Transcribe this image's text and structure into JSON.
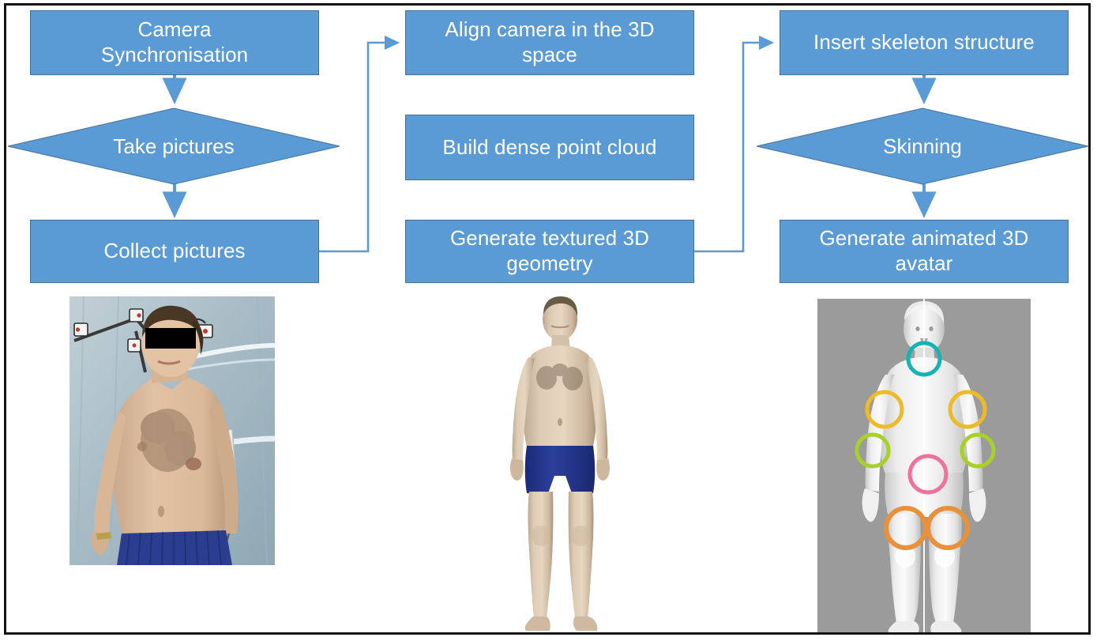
{
  "figure": {
    "type": "flowchart-pipeline",
    "border_color": "#141414",
    "background": "#ffffff",
    "shape_fill": "#5B9BD5",
    "shape_stroke": "#41719C",
    "connector_color": "#5B9BD5",
    "text_color": "#FFFFFF"
  },
  "stages": [
    {
      "id": "capture",
      "nodes": [
        {
          "id": "camera-synchronisation",
          "shape": "process",
          "label": "Camera\nSynchronisation",
          "line1": "Camera",
          "line2": "Synchronisation"
        },
        {
          "id": "take-pictures",
          "shape": "decision",
          "label": "Take pictures"
        },
        {
          "id": "collect-pictures",
          "shape": "process",
          "label": "Collect pictures"
        }
      ]
    },
    {
      "id": "reconstruction",
      "nodes": [
        {
          "id": "align-camera",
          "shape": "process",
          "label": "Align camera in the 3D\nspace",
          "line1": "Align camera in the 3D",
          "line2": "space"
        },
        {
          "id": "build-dense-point-cloud",
          "shape": "process",
          "label": "Build dense point cloud"
        },
        {
          "id": "generate-textured-geometry",
          "shape": "process",
          "label": "Generate textured 3D\ngeometry",
          "line1": "Generate textured 3D",
          "line2": "geometry"
        }
      ]
    },
    {
      "id": "rigging",
      "nodes": [
        {
          "id": "insert-skeleton-structure",
          "shape": "process",
          "label": "Insert skeleton structure"
        },
        {
          "id": "skinning",
          "shape": "decision",
          "label": "Skinning"
        },
        {
          "id": "generate-animated-avatar",
          "shape": "process",
          "label": "Generate animated 3D\navatar",
          "line1": "Generate animated 3D",
          "line2": "avatar"
        }
      ]
    }
  ],
  "connectors": [
    {
      "from": "camera-synchronisation",
      "to": "take-pictures",
      "style": "arrow-down"
    },
    {
      "from": "take-pictures",
      "to": "collect-pictures",
      "style": "arrow-down"
    },
    {
      "from": "collect-pictures",
      "to": "align-camera",
      "style": "elbow-right-up"
    },
    {
      "from": "insert-skeleton-structure",
      "to": "skinning",
      "style": "arrow-down"
    },
    {
      "from": "skinning",
      "to": "generate-animated-avatar",
      "style": "arrow-down"
    },
    {
      "from": "generate-textured-geometry",
      "to": "insert-skeleton-structure",
      "style": "elbow-right-up"
    }
  ],
  "illustrations": [
    {
      "id": "photo-subject-in-capture-rig",
      "caption": "",
      "description": "Photograph of a shirtless male subject standing in a multi-camera capture studio with blue-grey drapes, cameras and blue shorts; eyes masked with a black bar.",
      "background": "#a9bcc6",
      "privacy_bar": "#000000"
    },
    {
      "id": "textured-3d-avatar",
      "caption": "",
      "description": "Photogrammetric textured 3D human model of the same subject standing in A-pose wearing blue shorts on a white background.",
      "background": "#ffffff",
      "shorts_color": "#2B3A8F"
    },
    {
      "id": "rigged-avatar-joint-markers",
      "caption": "",
      "description": "Untextured white 3D avatar on a grey background with coloured circles highlighting skeleton joints and a vertical symmetry line.",
      "background": "#9b9b9b",
      "markers": [
        {
          "joint": "neck",
          "color": "#17B2B2",
          "count": 1
        },
        {
          "joint": "elbow",
          "color": "#EDBB2A",
          "count": 2
        },
        {
          "joint": "wrist",
          "color": "#A8D02A",
          "count": 2
        },
        {
          "joint": "pelvis",
          "color": "#F2709C",
          "count": 1
        },
        {
          "joint": "knee",
          "color": "#E8913A",
          "count": 2
        }
      ],
      "symmetry_line_color": "#FFFFFF"
    }
  ]
}
